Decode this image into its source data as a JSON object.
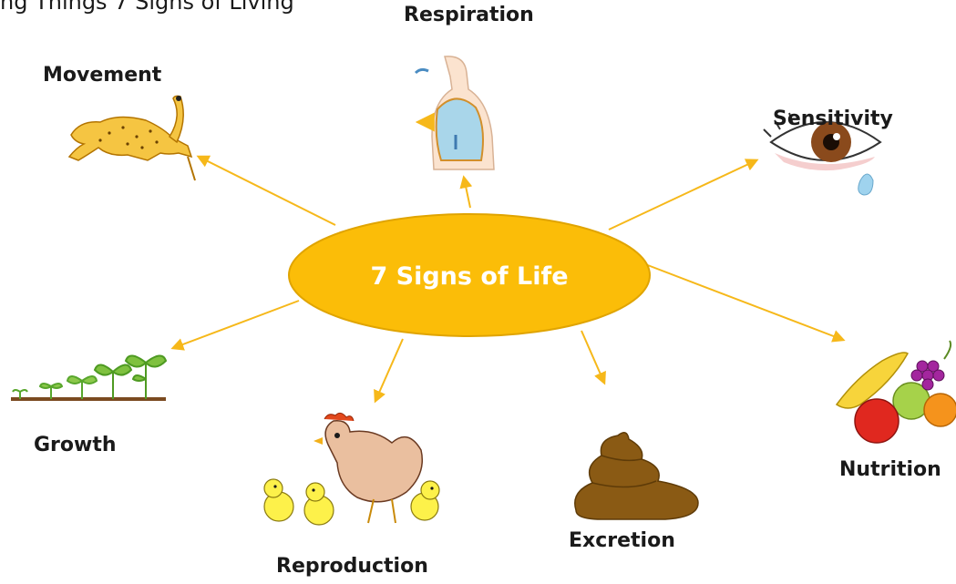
{
  "top_cut_text": "ng Things          7 Signs of Living",
  "center": {
    "label": "7  Signs of Life",
    "color": "#fbbd08",
    "outline": "#e0a400"
  },
  "arrow_color": "#f6b81a",
  "nodes": [
    {
      "key": "movement",
      "label": "Movement",
      "icon": "cheetah-icon"
    },
    {
      "key": "respiration",
      "label": "Respiration",
      "icon": "lungs-torso-icon"
    },
    {
      "key": "sensitivity",
      "label": "Sensitivity",
      "icon": "eye-icon"
    },
    {
      "key": "nutrition",
      "label": "Nutrition",
      "icon": "fruit-icon"
    },
    {
      "key": "excretion",
      "label": "Excretion",
      "icon": "poop-icon"
    },
    {
      "key": "reproduction",
      "label": "Reproduction",
      "icon": "hen-chicks-icon"
    },
    {
      "key": "growth",
      "label": "Growth",
      "icon": "seedlings-icon"
    }
  ]
}
